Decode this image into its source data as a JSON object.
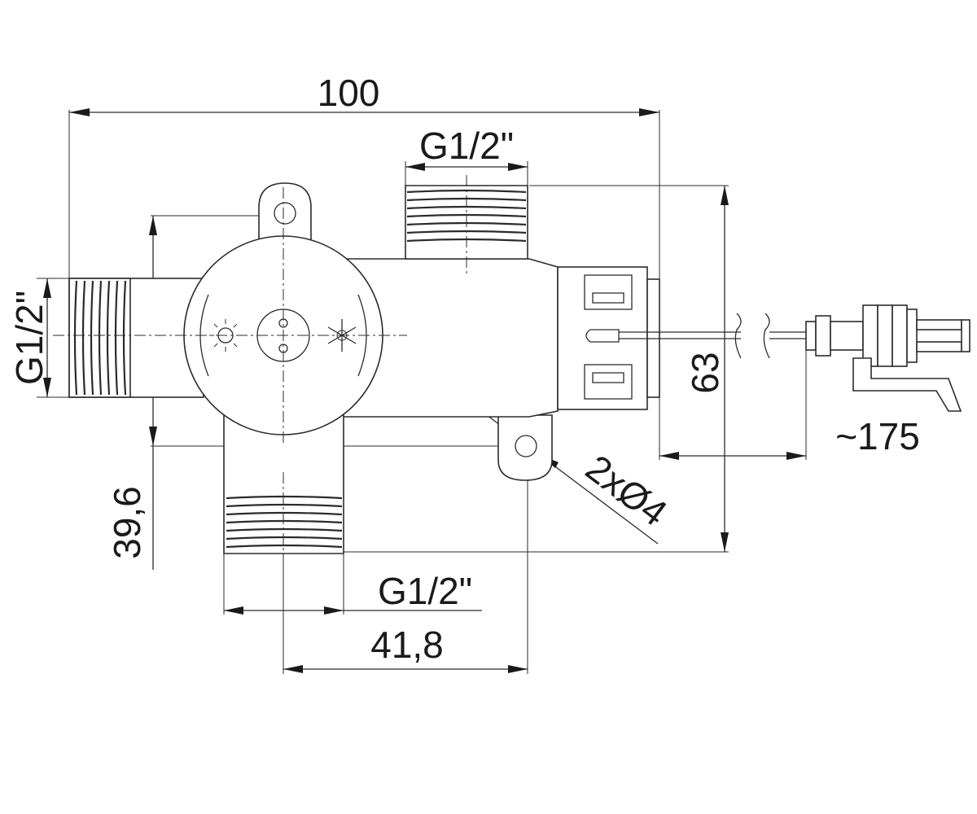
{
  "dimensions": {
    "overall_width": "100",
    "top_thread": "G1/2\"",
    "left_thread": "G1/2\"",
    "bottom_thread": "G1/2\"",
    "height": "63",
    "cable_length": "~175",
    "mounting_holes": "2xØ4",
    "inlet_offset": "39,6",
    "hole_spacing": "41,8"
  },
  "icons": {
    "hot": "sun-icon",
    "cold": "snowflake-icon"
  }
}
